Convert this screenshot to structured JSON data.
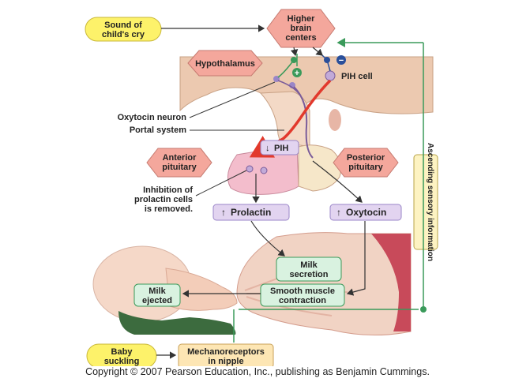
{
  "labels": {
    "sound_cry": [
      "Sound of",
      "child's cry"
    ],
    "higher_brain": [
      "Higher",
      "brain",
      "centers"
    ],
    "hypothalamus": "Hypothalamus",
    "pih_cell": "PIH cell",
    "oxytocin_neuron": "Oxytocin neuron",
    "portal_system": "Portal system",
    "anterior_pituitary": [
      "Anterior",
      "pituitary"
    ],
    "posterior_pituitary": [
      "Posterior",
      "pituitary"
    ],
    "pih": "PIH",
    "inhibition": [
      "Inhibition of",
      "prolactin cells",
      "is removed."
    ],
    "prolactin": "Prolactin",
    "oxytocin": "Oxytocin",
    "ascending": "Ascending sensory information",
    "milk_secretion": [
      "Milk",
      "secretion"
    ],
    "smooth_muscle": [
      "Smooth muscle",
      "contraction"
    ],
    "milk_ejected": [
      "Milk",
      "ejected"
    ],
    "baby_suckling": [
      "Baby",
      "suckling"
    ],
    "mechanoreceptors": [
      "Mechanoreceptors",
      "in nipple"
    ],
    "plus_sign": "+",
    "minus_sign": "−",
    "down_arrow": "↓",
    "up_arrow": "↑"
  },
  "copyright": "Copyright © 2007 Pearson Education, Inc., publishing as Benjamin Cummings.",
  "colors": {
    "stimulus_fill": "#fdf26a",
    "center_fill": "#f4a79c",
    "hormone_fill": "#e2d4f0",
    "effect_fill": "#d9f2e0",
    "receptor_fill": "#fde6b4",
    "sensory_green": "#3a9a5a",
    "pih_red": "#e2392c"
  }
}
